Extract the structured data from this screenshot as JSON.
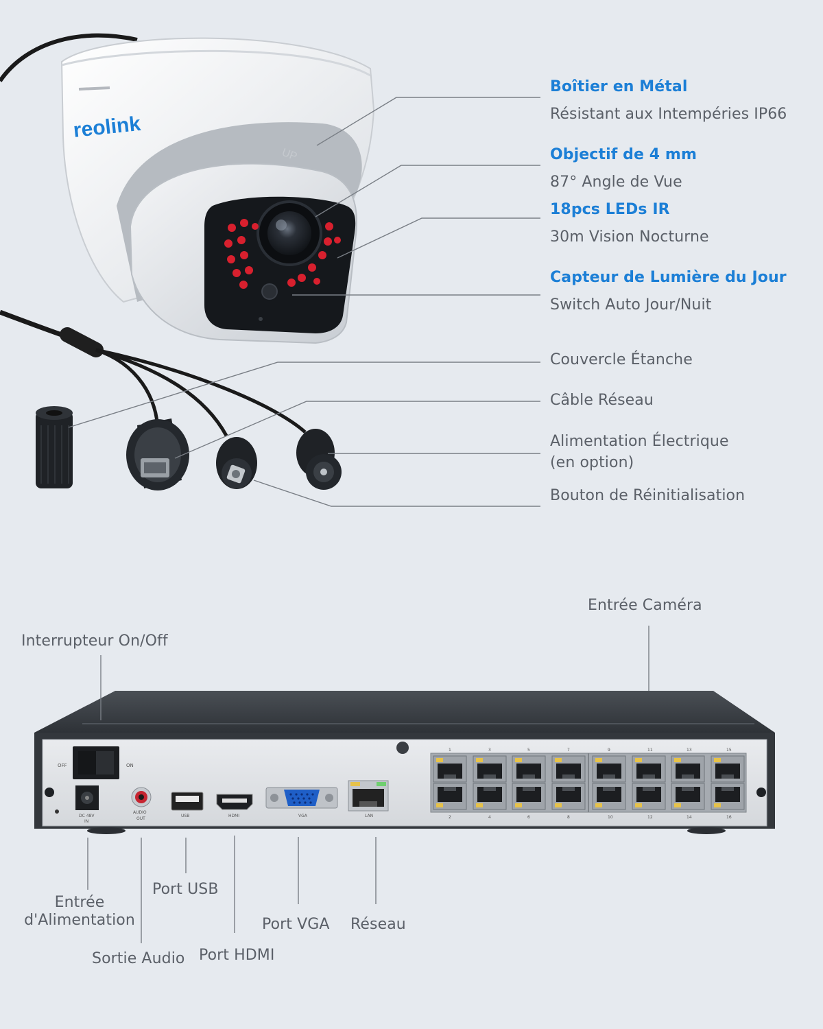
{
  "brand": "reolink",
  "camera_features": [
    {
      "title": "Boîtier en Métal",
      "subtitle": "Résistant aux Intempéries IP66"
    },
    {
      "title": "Objectif de 4 mm",
      "subtitle": "87° Angle de Vue"
    },
    {
      "title": "18pcs LEDs IR",
      "subtitle": "30m Vision Nocturne"
    },
    {
      "title": "Capteur de Lumière du Jour",
      "subtitle": "Switch Auto Jour/Nuit"
    }
  ],
  "cable_parts": {
    "cover": "Couvercle Étanche",
    "network_cable": "Câble Réseau",
    "power": "Alimentation Électrique\n(en option)",
    "reset": "Bouton de Réinitialisation"
  },
  "nvr_labels": {
    "camera_input": "Entrée Caméra",
    "power_switch": "Interrupteur On/Off",
    "power_input": "Entrée\nd'Alimentation",
    "audio_out": "Sortie Audio",
    "usb": "Port USB",
    "hdmi": "Port HDMI",
    "vga": "Port VGA",
    "network": "Réseau"
  },
  "nvr_panel": {
    "off": "OFF",
    "on": "ON",
    "dc": "DC 48V",
    "dc_in": "IN",
    "audio": "AUDIO",
    "audio_out": "OUT",
    "usb": "USB",
    "hdmi": "HDMI",
    "vga": "VGA",
    "lan": "LAN",
    "port_numbers_top": [
      "1",
      "3",
      "5",
      "7",
      "9",
      "11",
      "13",
      "15"
    ],
    "port_numbers_bottom": [
      "2",
      "4",
      "6",
      "8",
      "10",
      "12",
      "14",
      "16"
    ]
  },
  "colors": {
    "accent": "#1c7fd6",
    "background": "#e6eaef",
    "ir_led": "#d8202e",
    "nvr_body": "#3b4046",
    "leader_line": "#7a7f86"
  }
}
